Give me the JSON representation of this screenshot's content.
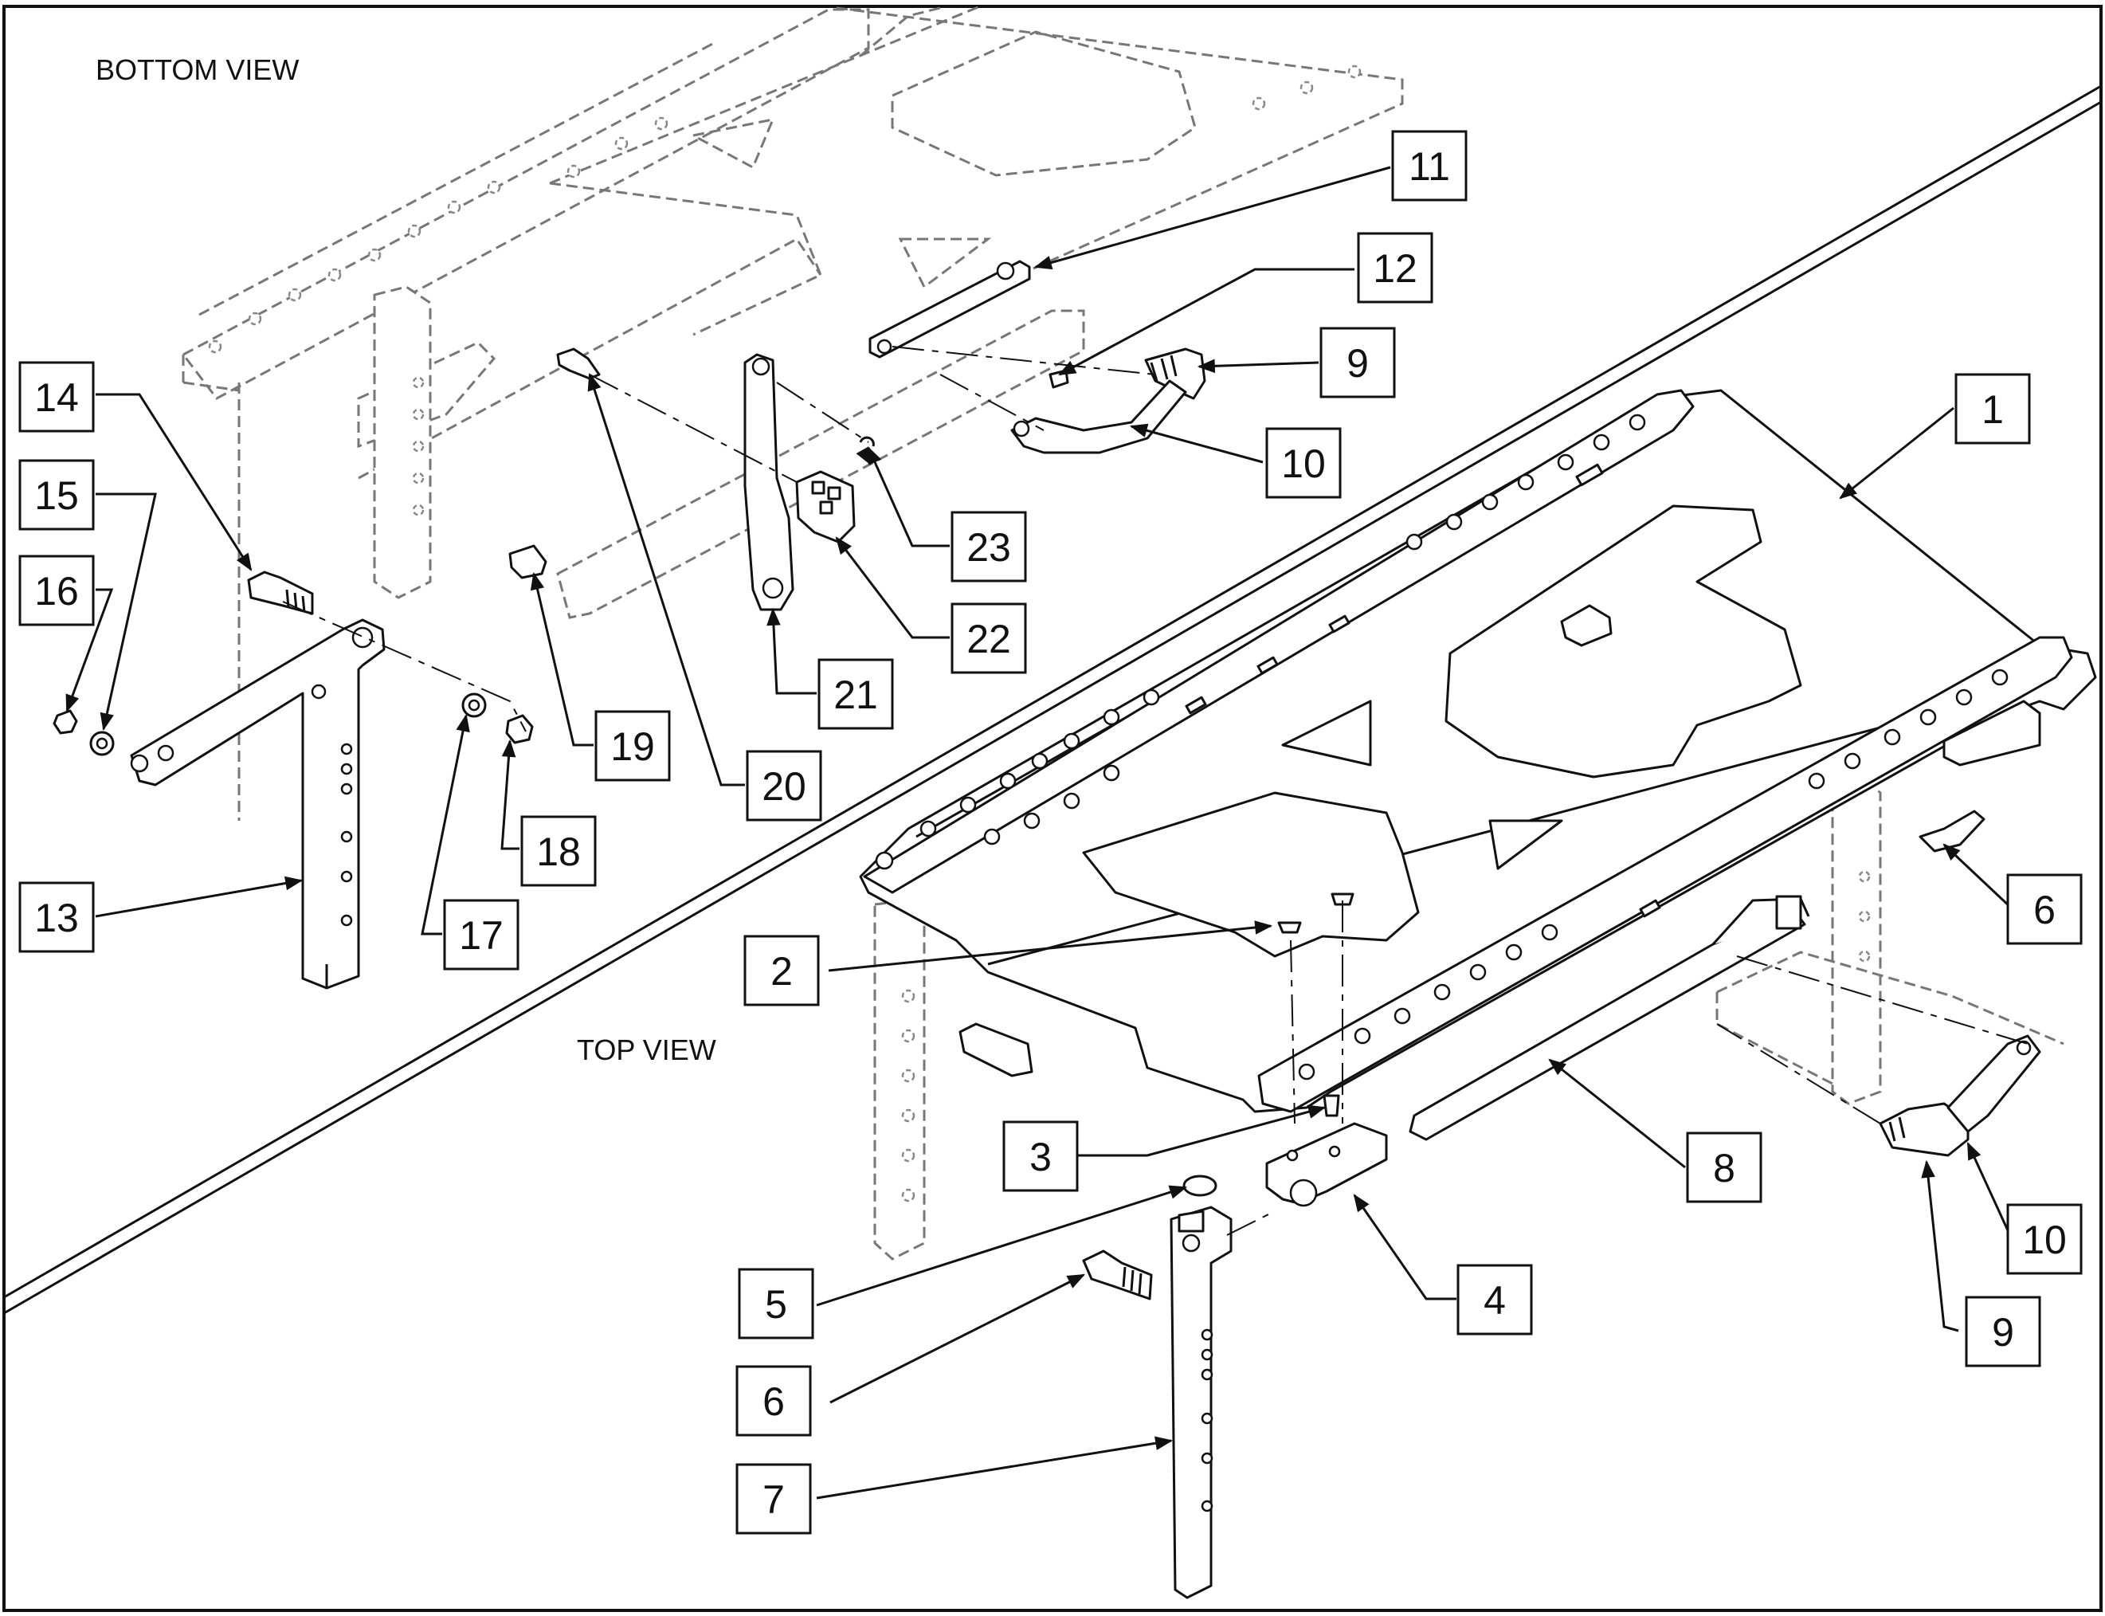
{
  "views": {
    "bottom": "BOTTOM VIEW",
    "top": "TOP VIEW"
  },
  "callouts": [
    {
      "id": "c1",
      "label": "1"
    },
    {
      "id": "c2",
      "label": "2"
    },
    {
      "id": "c3",
      "label": "3"
    },
    {
      "id": "c4",
      "label": "4"
    },
    {
      "id": "c5",
      "label": "5"
    },
    {
      "id": "c6a",
      "label": "6"
    },
    {
      "id": "c6b",
      "label": "6"
    },
    {
      "id": "c7",
      "label": "7"
    },
    {
      "id": "c8",
      "label": "8"
    },
    {
      "id": "c9a",
      "label": "9"
    },
    {
      "id": "c9b",
      "label": "9"
    },
    {
      "id": "c10a",
      "label": "10"
    },
    {
      "id": "c10b",
      "label": "10"
    },
    {
      "id": "c11",
      "label": "11"
    },
    {
      "id": "c12",
      "label": "12"
    },
    {
      "id": "c13",
      "label": "13"
    },
    {
      "id": "c14",
      "label": "14"
    },
    {
      "id": "c15",
      "label": "15"
    },
    {
      "id": "c16",
      "label": "16"
    },
    {
      "id": "c17",
      "label": "17"
    },
    {
      "id": "c18",
      "label": "18"
    },
    {
      "id": "c19",
      "label": "19"
    },
    {
      "id": "c20",
      "label": "20"
    },
    {
      "id": "c21",
      "label": "21"
    },
    {
      "id": "c22",
      "label": "22"
    },
    {
      "id": "c23",
      "label": "23"
    }
  ]
}
